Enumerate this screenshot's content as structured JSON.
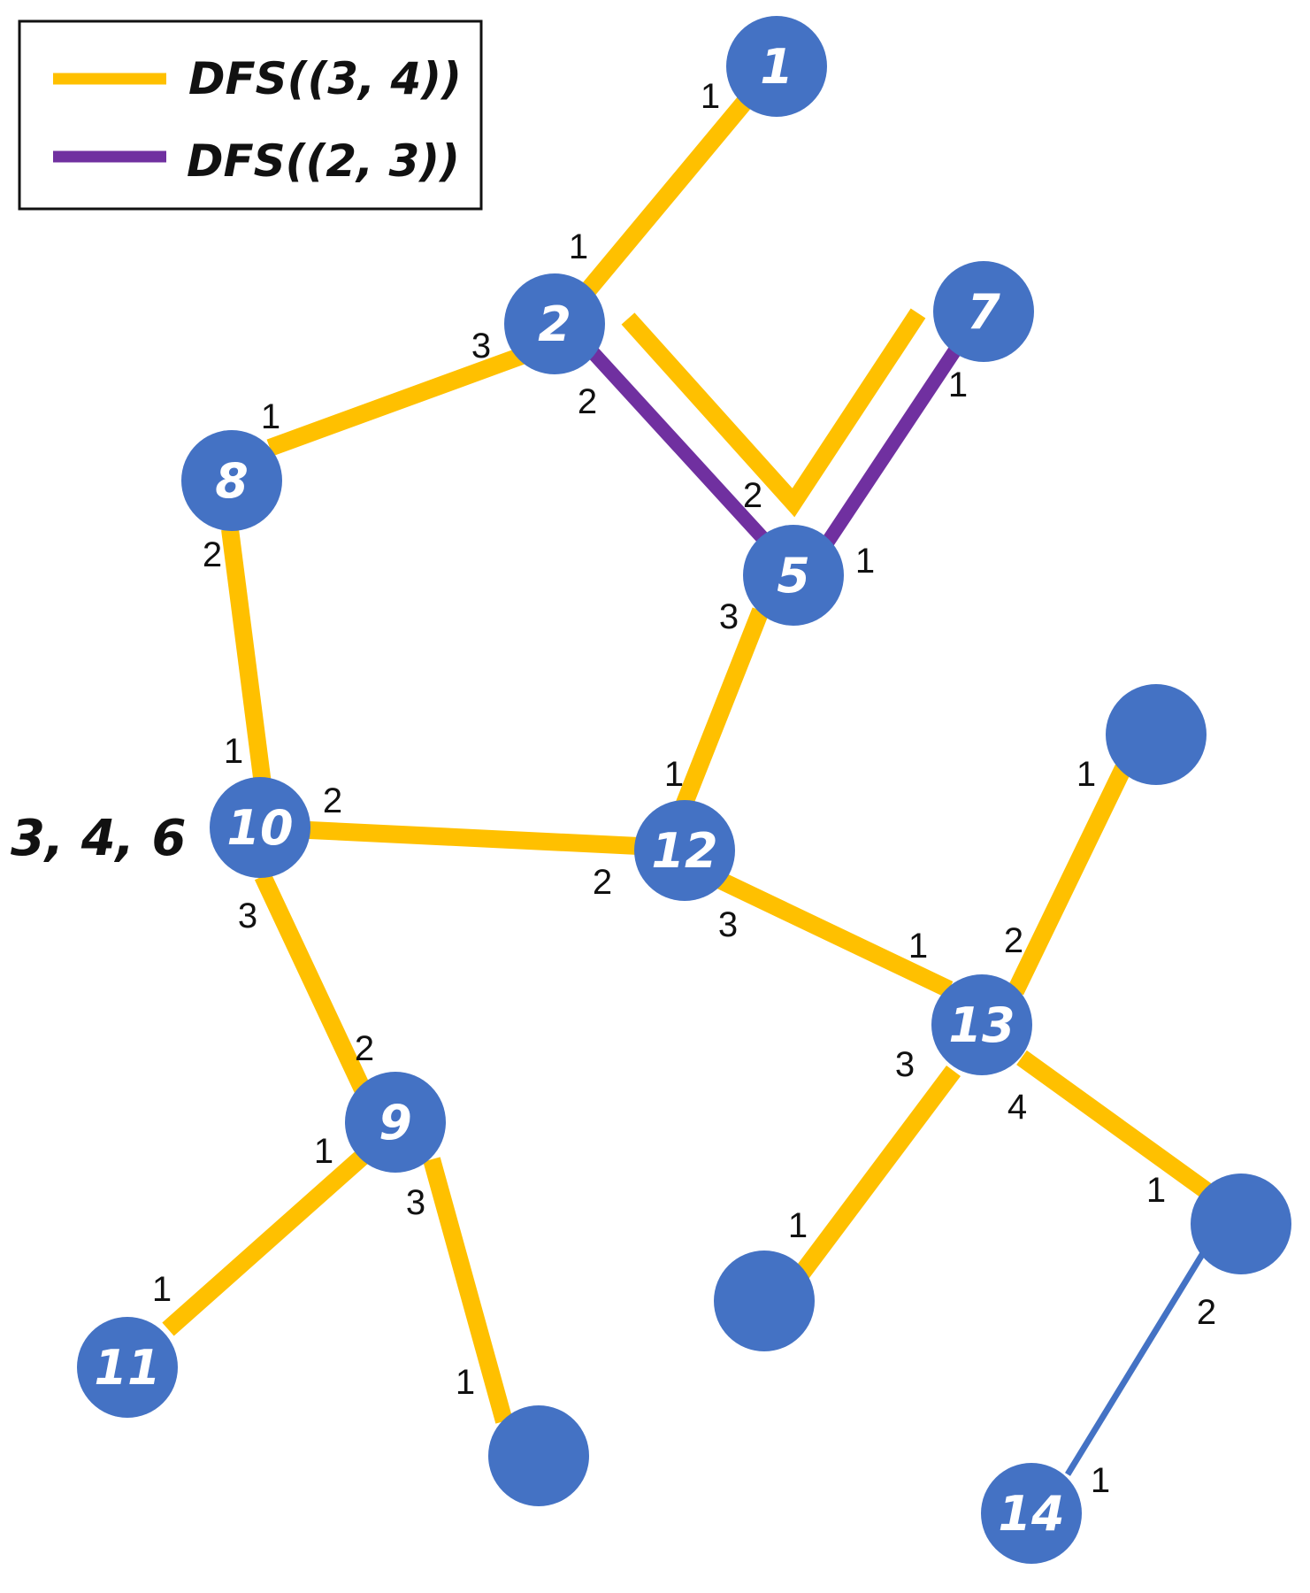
{
  "colors": {
    "yellow": "#FFC000",
    "purple": "#7030A0",
    "node": "#4472C4",
    "plain_edge": "#4472C4",
    "text": "#111111"
  },
  "legend": {
    "entries": [
      {
        "label": "DFS((3, 4))",
        "color": "yellow"
      },
      {
        "label": "DFS((2, 3))",
        "color": "purple"
      }
    ]
  },
  "side_note": "3, 4, 6",
  "nodes": [
    {
      "id": "n1",
      "label": "1"
    },
    {
      "id": "n2",
      "label": "2"
    },
    {
      "id": "n7",
      "label": "7"
    },
    {
      "id": "n8",
      "label": "8"
    },
    {
      "id": "n5",
      "label": "5"
    },
    {
      "id": "n10",
      "label": "10"
    },
    {
      "id": "n12",
      "label": "12"
    },
    {
      "id": "n13",
      "label": "13"
    },
    {
      "id": "n9",
      "label": "9"
    },
    {
      "id": "n11",
      "label": "11"
    },
    {
      "id": "n14",
      "label": "14"
    },
    {
      "id": "u1",
      "label": ""
    },
    {
      "id": "u2",
      "label": ""
    },
    {
      "id": "u3",
      "label": ""
    },
    {
      "id": "u4",
      "label": ""
    }
  ],
  "edges": [
    {
      "from": "n1",
      "to": "n2",
      "color": "yellow"
    },
    {
      "from": "n2",
      "to": "n8",
      "color": "yellow"
    },
    {
      "from": "n2",
      "to": "n5",
      "color": "purple"
    },
    {
      "from": "n2",
      "to": "n5",
      "color": "yellow",
      "detour": "n7"
    },
    {
      "from": "n7",
      "to": "n5",
      "color": "purple"
    },
    {
      "from": "n8",
      "to": "n10",
      "color": "yellow"
    },
    {
      "from": "n5",
      "to": "n12",
      "color": "yellow"
    },
    {
      "from": "n10",
      "to": "n12",
      "color": "yellow"
    },
    {
      "from": "n10",
      "to": "n9",
      "color": "yellow"
    },
    {
      "from": "n12",
      "to": "n13",
      "color": "yellow"
    },
    {
      "from": "n13",
      "to": "u1",
      "color": "yellow"
    },
    {
      "from": "n13",
      "to": "u3",
      "color": "yellow"
    },
    {
      "from": "n13",
      "to": "u4",
      "color": "yellow"
    },
    {
      "from": "n9",
      "to": "n11",
      "color": "yellow"
    },
    {
      "from": "n9",
      "to": "u2",
      "color": "yellow"
    },
    {
      "from": "u4",
      "to": "n14",
      "color": "plain_edge"
    }
  ],
  "port_labels": [
    {
      "text": "1"
    },
    {
      "text": "1"
    },
    {
      "text": "3"
    },
    {
      "text": "2"
    },
    {
      "text": "1"
    },
    {
      "text": "2"
    },
    {
      "text": "1"
    },
    {
      "text": "1"
    },
    {
      "text": "2"
    },
    {
      "text": "3"
    },
    {
      "text": "1"
    },
    {
      "text": "1"
    },
    {
      "text": "2"
    },
    {
      "text": "2"
    },
    {
      "text": "3"
    },
    {
      "text": "1"
    },
    {
      "text": "3"
    },
    {
      "text": "1"
    },
    {
      "text": "2"
    },
    {
      "text": "3"
    },
    {
      "text": "4"
    },
    {
      "text": "2"
    },
    {
      "text": "1"
    },
    {
      "text": "3"
    },
    {
      "text": "1"
    },
    {
      "text": "1"
    },
    {
      "text": "1"
    },
    {
      "text": "1"
    },
    {
      "text": "2"
    },
    {
      "text": "1"
    }
  ]
}
